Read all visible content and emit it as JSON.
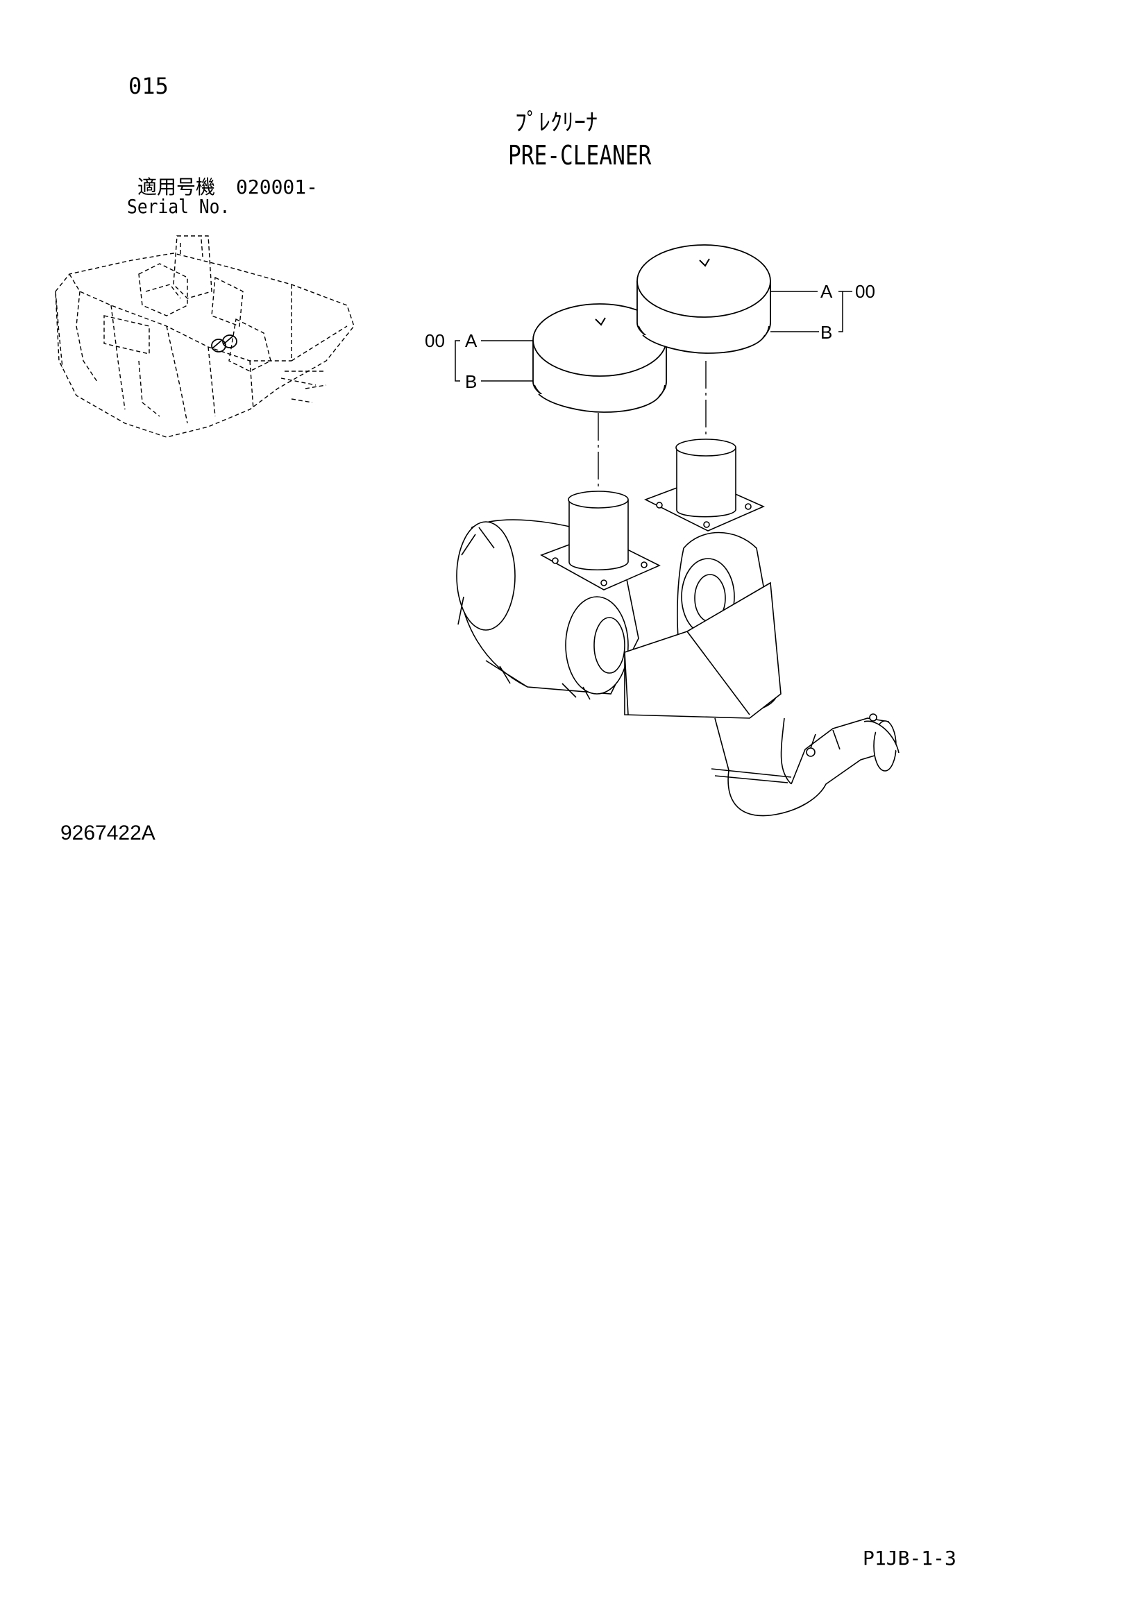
{
  "page_number": "015",
  "title": {
    "japanese": "ﾌﾟﾚｸﾘｰﾅ",
    "english": "PRE-CLEANER"
  },
  "serial": {
    "japanese_label": "適用号機",
    "range": "020001-",
    "english_label": "Serial No."
  },
  "callouts": {
    "left": {
      "group": "00",
      "a": "A",
      "b": "B"
    },
    "right": {
      "group": "00",
      "a": "A",
      "b": "B"
    }
  },
  "drawing_number": "9267422A",
  "page_reference": "P1JB-1-3"
}
